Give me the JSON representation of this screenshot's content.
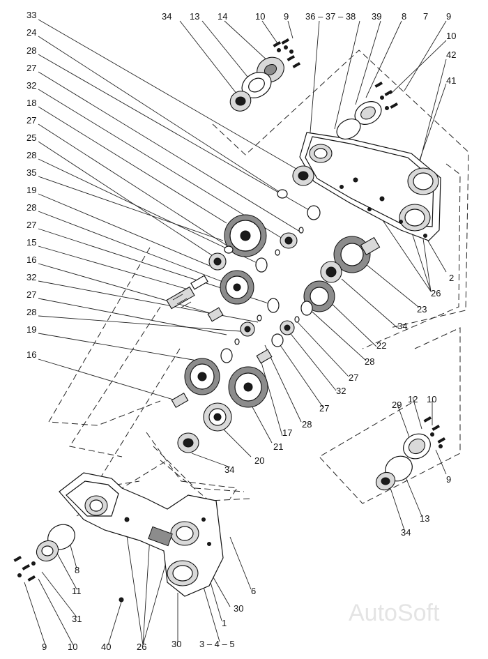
{
  "watermark": "AutoSoft",
  "callouts": {
    "c33": "33",
    "c24": "24",
    "c28a": "28",
    "c27a": "27",
    "c32a": "32",
    "c18": "18",
    "c27b": "27",
    "c25": "25",
    "c28b": "28",
    "c35": "35",
    "c19a": "19",
    "c28c": "28",
    "c27c": "27",
    "c15": "15",
    "c16a": "16",
    "c32b": "32",
    "c27d": "27",
    "c28d": "28",
    "c19b": "19",
    "c16b": "16",
    "t34": "34",
    "t13": "13",
    "t14": "14",
    "t10": "10",
    "t9": "9",
    "t36": "36 – 37 – 38",
    "t39": "39",
    "t8": "8",
    "t7": "7",
    "t9b": "9",
    "t10b": "10",
    "t42": "42",
    "t41": "41",
    "r2": "2",
    "r26": "26",
    "r23": "23",
    "r34": "34",
    "r22": "22",
    "r28": "28",
    "r27": "27",
    "r32": "32",
    "r27b": "27",
    "r28b": "28",
    "r17": "17",
    "r21": "21",
    "r20": "20",
    "r34b": "34",
    "s29": "29",
    "s12": "12",
    "s10": "10",
    "s9": "9",
    "s13": "13",
    "s34": "34",
    "b8": "8",
    "b11": "11",
    "b31": "31",
    "b9": "9",
    "b10": "10",
    "b40": "40",
    "b26": "26",
    "b30a": "30",
    "b345": "3 – 4 – 5",
    "b6": "6",
    "b30b": "30",
    "b1": "1"
  }
}
